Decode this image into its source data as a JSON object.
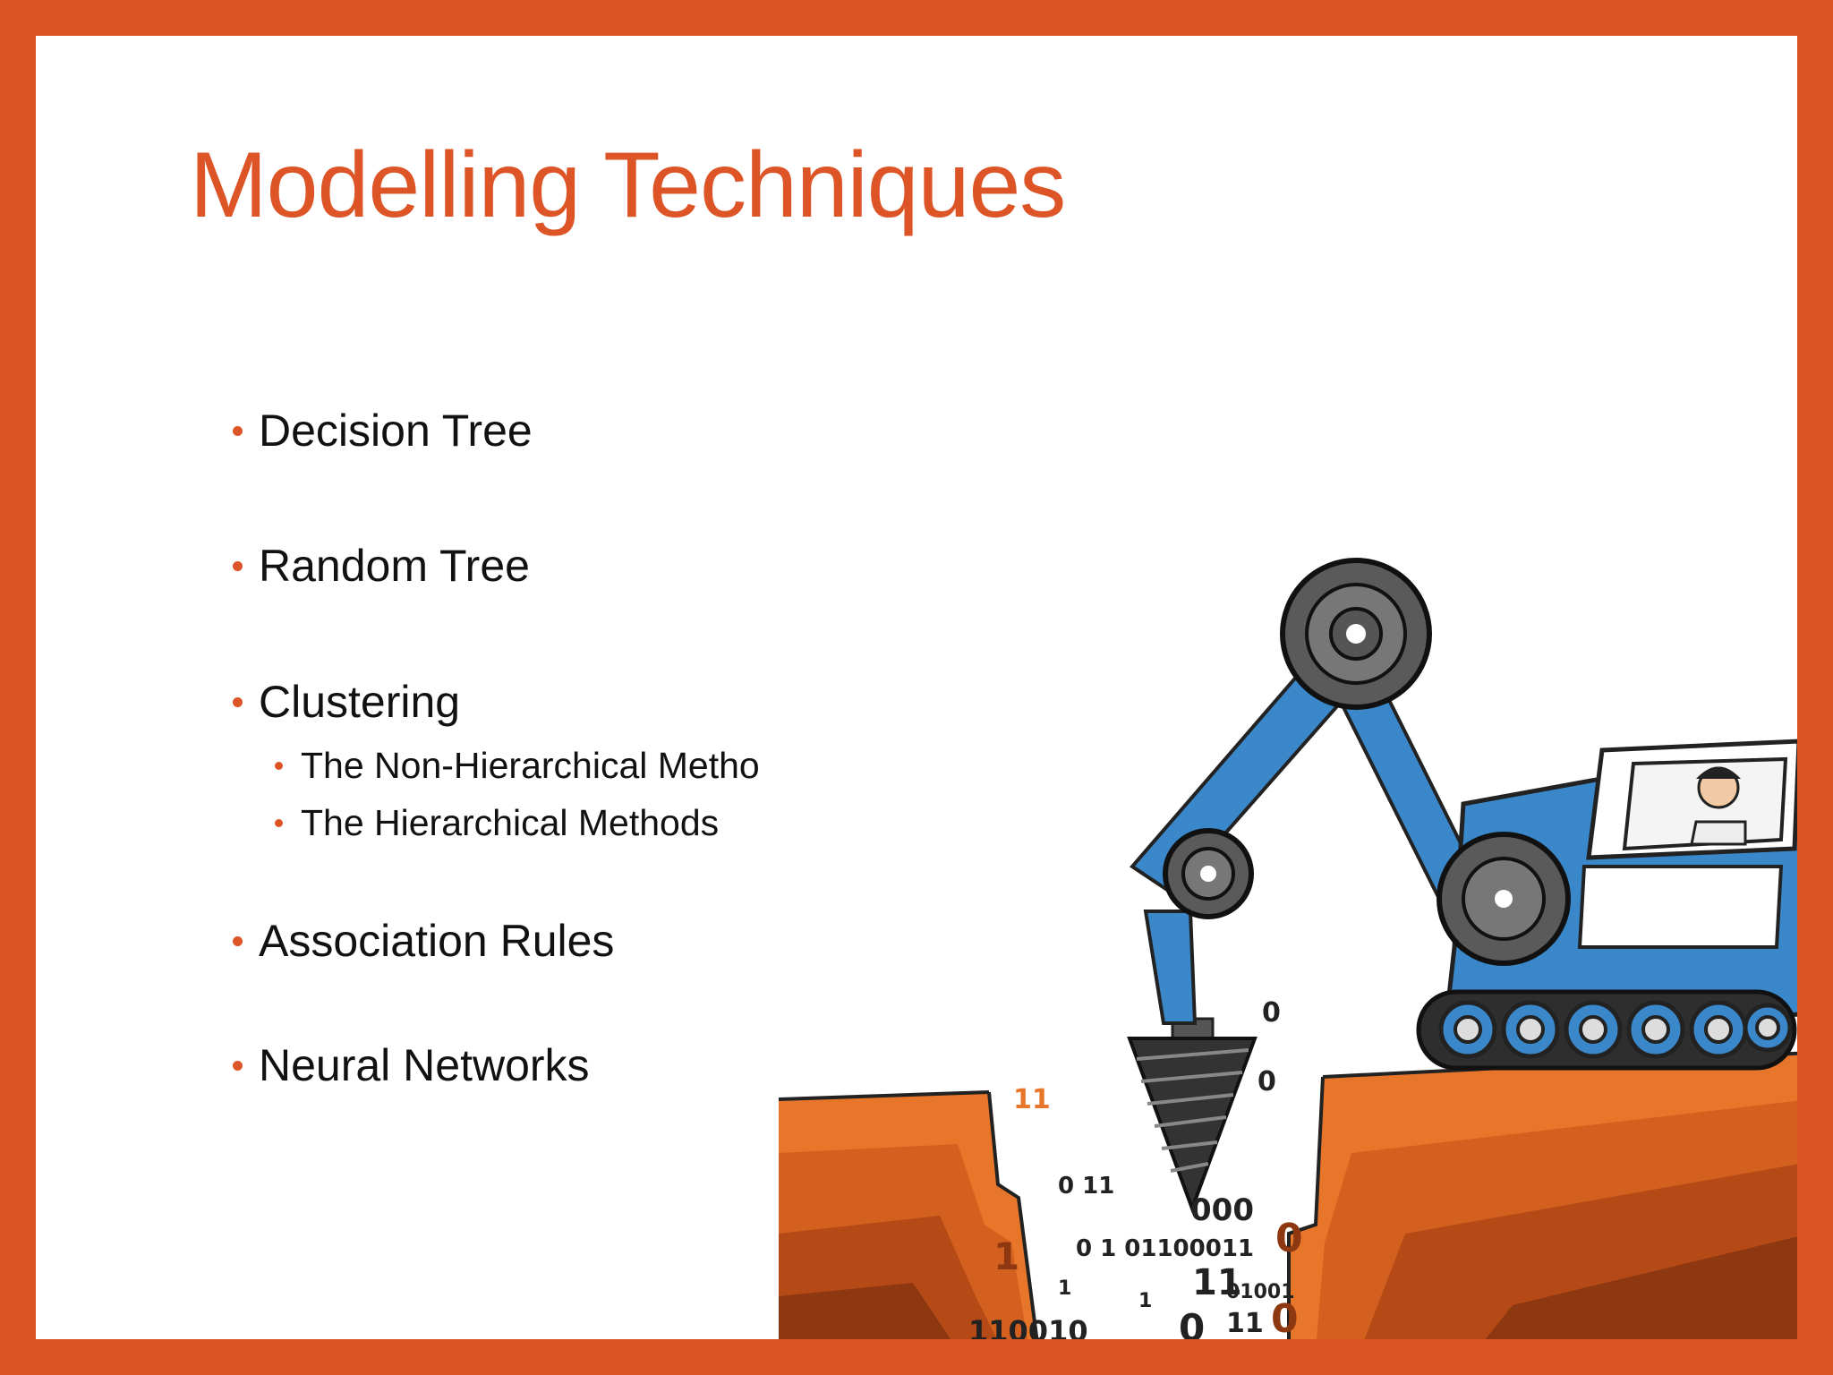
{
  "slide": {
    "title": "Modelling Techniques",
    "bullets": [
      {
        "text": "Decision Tree",
        "level": 1
      },
      {
        "text": "Random Tree",
        "level": 1
      },
      {
        "text": "Clustering",
        "level": 1
      },
      {
        "text": "The Non-Hierarchical Metho",
        "level": 2
      },
      {
        "text": "The Hierarchical Methods",
        "level": 2
      },
      {
        "text": "Association Rules",
        "level": 1
      },
      {
        "text": "Neural Networks",
        "level": 1
      }
    ],
    "illustration": {
      "icon": "excavator-drilling-binary-data",
      "binary_text": [
        "11",
        "0 11",
        "000",
        "0 1 01100011",
        "1",
        "1",
        "1",
        "11",
        "01001",
        "0",
        "0",
        "0",
        "110010",
        "0",
        "11",
        "0"
      ]
    },
    "colors": {
      "accent": "#DD5427",
      "text": "#111111",
      "machine_blue": "#3A87C9",
      "earth_orange": "#E8762A"
    }
  }
}
